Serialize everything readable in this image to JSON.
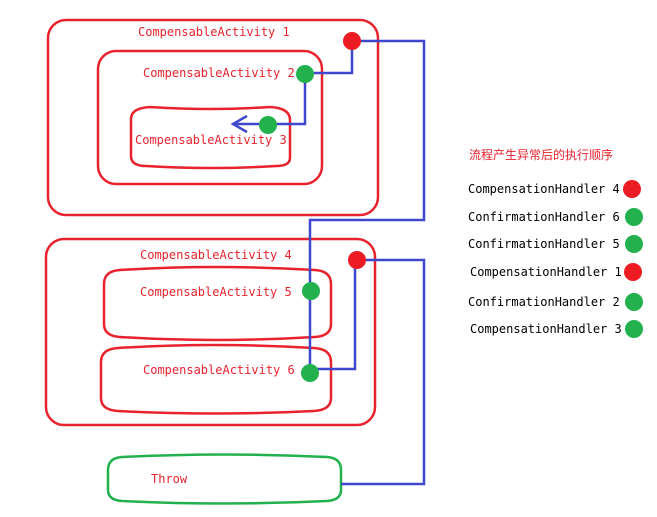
{
  "colors": {
    "box_red": "#e8232e",
    "box_green": "#22b14c",
    "arrow_blue": "#3f48cc",
    "compensation": "#ed1c24",
    "confirmation": "#22b14c",
    "title_red": "#e8232e",
    "text": "#000000"
  },
  "diagram": {
    "activity1": "CompensableActivity 1",
    "activity2": "CompensableActivity 2",
    "activity3": "CompensableActivity 3",
    "activity4": "CompensableActivity 4",
    "activity5": "CompensableActivity 5",
    "activity6": "CompensableActivity 6",
    "throw": "Throw"
  },
  "legend": {
    "title": "流程产生异常后的执行顺序",
    "items": [
      {
        "label": "CompensationHandler 4",
        "kind": "compensation"
      },
      {
        "label": "ConfirmationHandler 6",
        "kind": "confirmation"
      },
      {
        "label": "ConfirmationHandler 5",
        "kind": "confirmation"
      },
      {
        "label": "CompensationHandler 1",
        "kind": "compensation"
      },
      {
        "label": "ConfirmationHandler 2",
        "kind": "confirmation"
      },
      {
        "label": "CompensationHandler 3",
        "kind": "confirmation"
      }
    ]
  }
}
